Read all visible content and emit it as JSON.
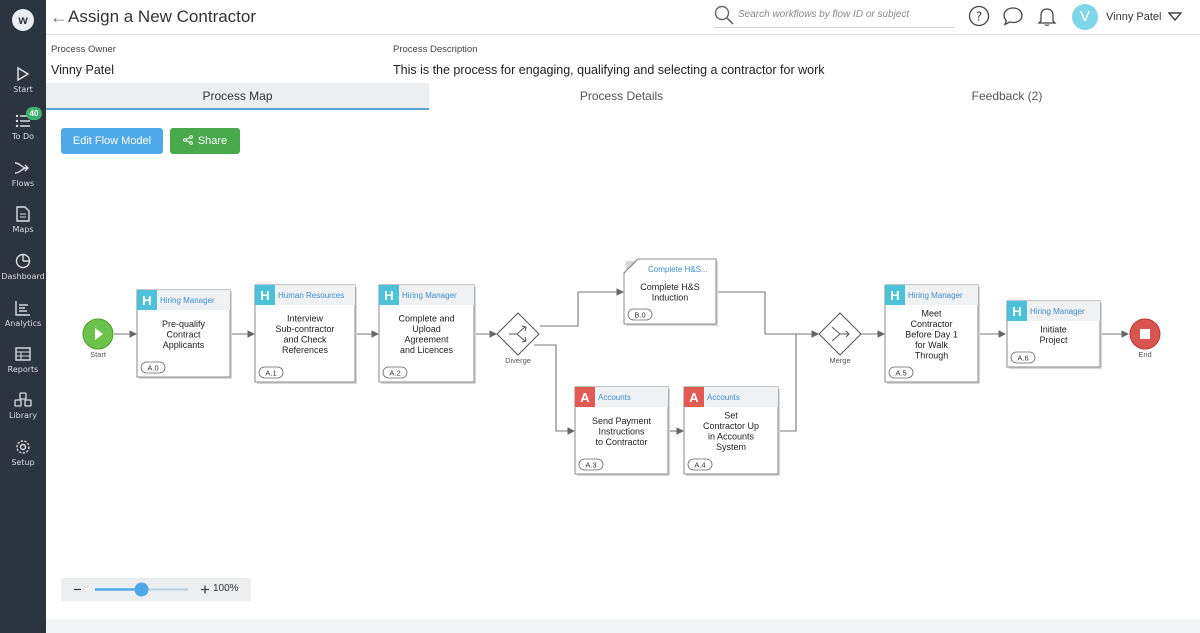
{
  "app": {
    "logo_icon": "logo-icon"
  },
  "sidebar": {
    "items": [
      {
        "label": "Start",
        "icon": "play-icon"
      },
      {
        "label": "To Do",
        "icon": "list-icon",
        "badge": "40"
      },
      {
        "label": "Flows",
        "icon": "flows-icon"
      },
      {
        "label": "Maps",
        "icon": "document-icon"
      },
      {
        "label": "Dashboard",
        "icon": "pie-chart-icon"
      },
      {
        "label": "Analytics",
        "icon": "bar-chart-icon"
      },
      {
        "label": "Reports",
        "icon": "table-icon"
      },
      {
        "label": "Library",
        "icon": "cubes-icon"
      },
      {
        "label": "Setup",
        "icon": "gear-icon"
      }
    ]
  },
  "header": {
    "title": "Assign a New Contractor",
    "search_placeholder": "Search workflows by flow ID or subject",
    "user_initial": "V",
    "user_name": "Vinny Patel"
  },
  "process": {
    "owner_label": "Process Owner",
    "owner_value": "Vinny Patel",
    "description_label": "Process Description",
    "description_value": "This is the process for engaging, qualifying and selecting a contractor for work"
  },
  "tabs": [
    {
      "label": "Process Map",
      "active": true
    },
    {
      "label": "Process Details",
      "active": false
    },
    {
      "label": "Feedback (2)",
      "active": false
    }
  ],
  "toolbar": {
    "edit_label": "Edit Flow Model",
    "share_label": "Share"
  },
  "colors": {
    "hiring": "#4cc1d8",
    "accounts": "#e35a55",
    "start": "#6cc24a",
    "end": "#d9534f",
    "accent": "#4fa8e8"
  },
  "flow": {
    "start_label": "Start",
    "end_label": "End",
    "diverge_label": "Diverge",
    "merge_label": "Merge",
    "steps": [
      {
        "id": "A.0",
        "letter": "H",
        "role": "Hiring Manager",
        "title": "Pre-qualify Contract Applicants"
      },
      {
        "id": "A.1",
        "letter": "H",
        "role": "Human Resources",
        "title": "Interview Sub-contractor and Check References"
      },
      {
        "id": "A.2",
        "letter": "H",
        "role": "Hiring Manager",
        "title": "Complete and Upload Agreement and Licences"
      },
      {
        "id": "B.0",
        "letter": "",
        "role": "Complete H&S...",
        "title": "Complete H&S Induction"
      },
      {
        "id": "A.3",
        "letter": "A",
        "role": "Accounts",
        "title": "Send Payment Instructions to Contractor"
      },
      {
        "id": "A.4",
        "letter": "A",
        "role": "Accounts",
        "title": "Set Contractor Up in Accounts System"
      },
      {
        "id": "A.5",
        "letter": "H",
        "role": "Hiring Manager",
        "title": "Meet Contractor Before Day 1 for Walk Through"
      },
      {
        "id": "A.6",
        "letter": "H",
        "role": "Hiring Manager",
        "title": "Initiate Project"
      }
    ]
  },
  "zoom": {
    "label": "100%",
    "level": 0.5
  }
}
